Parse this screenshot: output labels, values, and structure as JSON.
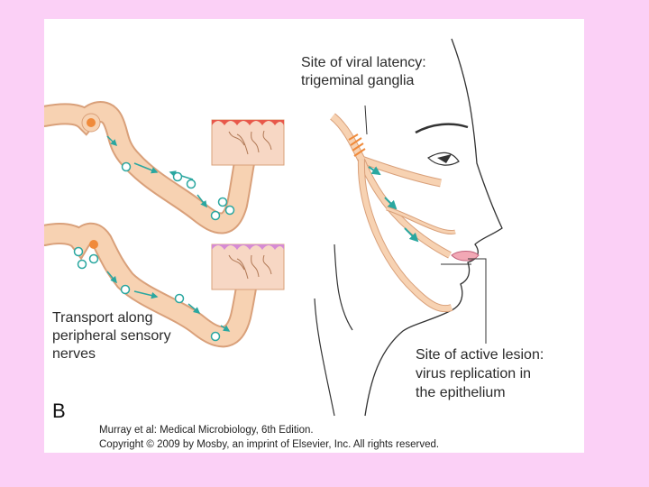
{
  "labels": {
    "latency_line1": "Site of viral latency:",
    "latency_line2": "trigeminal ganglia",
    "transport_line1": "Transport along",
    "transport_line2": "peripheral sensory",
    "transport_line3": "nerves",
    "lesion_line1": "Site of active lesion:",
    "lesion_line2": "virus replication in",
    "lesion_line3": "the epithelium",
    "panel_letter": "B"
  },
  "caption": {
    "line1": "Murray et al: Medical Microbiology, 6th Edition.",
    "line2": "Copyright © 2009 by Mosby, an imprint of Elsevier, Inc. All rights reserved."
  },
  "colors": {
    "slide_background": "#fbd0f6",
    "nerve_fill": "#f7d2b2",
    "nerve_stroke": "#d9a07a",
    "virus": "#2aa7a0",
    "infected_nucleus": "#f08a3a",
    "epithelium_top_red": "#e8584a",
    "epithelium_top_pink": "#d68bd4"
  }
}
